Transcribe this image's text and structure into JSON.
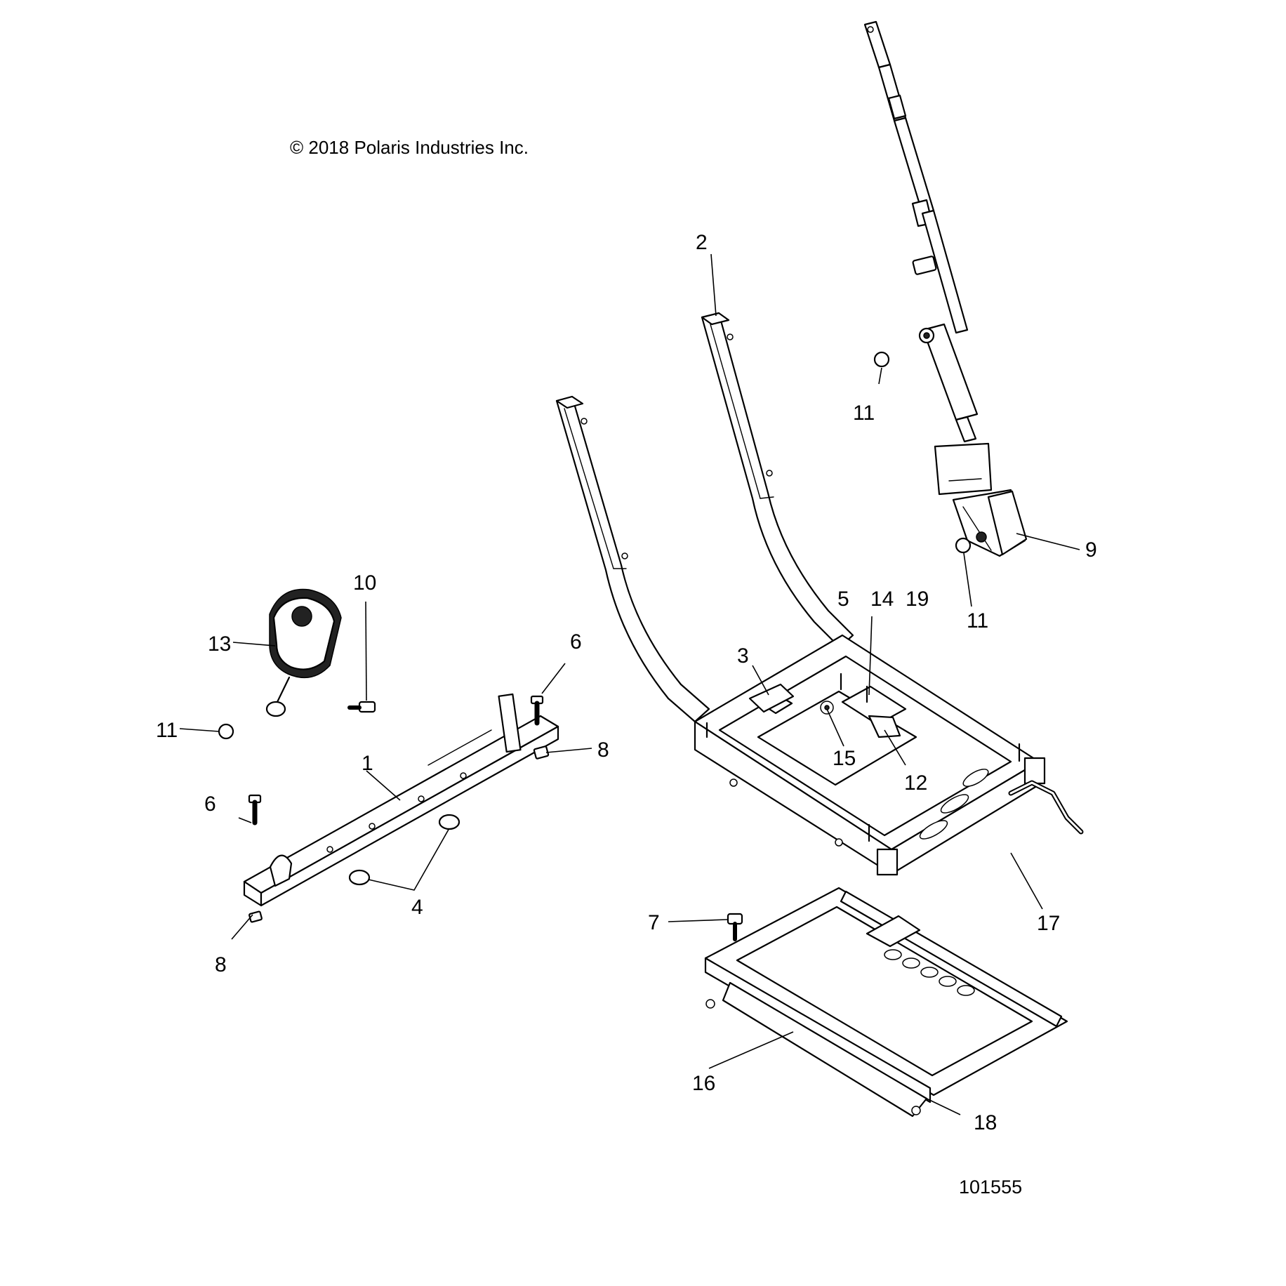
{
  "copyright": "© 2018 Polaris Industries Inc.",
  "figure_number": "101555",
  "callouts": [
    {
      "id": "c1",
      "label": "1"
    },
    {
      "id": "c2",
      "label": "2"
    },
    {
      "id": "c3",
      "label": "3"
    },
    {
      "id": "c4",
      "label": "4"
    },
    {
      "id": "c5",
      "label": "5"
    },
    {
      "id": "c6a",
      "label": "6"
    },
    {
      "id": "c6b",
      "label": "6"
    },
    {
      "id": "c7",
      "label": "7"
    },
    {
      "id": "c8a",
      "label": "8"
    },
    {
      "id": "c8b",
      "label": "8"
    },
    {
      "id": "c9",
      "label": "9"
    },
    {
      "id": "c10",
      "label": "10"
    },
    {
      "id": "c11a",
      "label": "11"
    },
    {
      "id": "c11b",
      "label": "11"
    },
    {
      "id": "c11c",
      "label": "11"
    },
    {
      "id": "c12",
      "label": "12"
    },
    {
      "id": "c13",
      "label": "13"
    },
    {
      "id": "c14",
      "label": "14"
    },
    {
      "id": "c15",
      "label": "15"
    },
    {
      "id": "c16",
      "label": "16"
    },
    {
      "id": "c17",
      "label": "17"
    },
    {
      "id": "c18",
      "label": "18"
    },
    {
      "id": "c19",
      "label": "19"
    }
  ]
}
